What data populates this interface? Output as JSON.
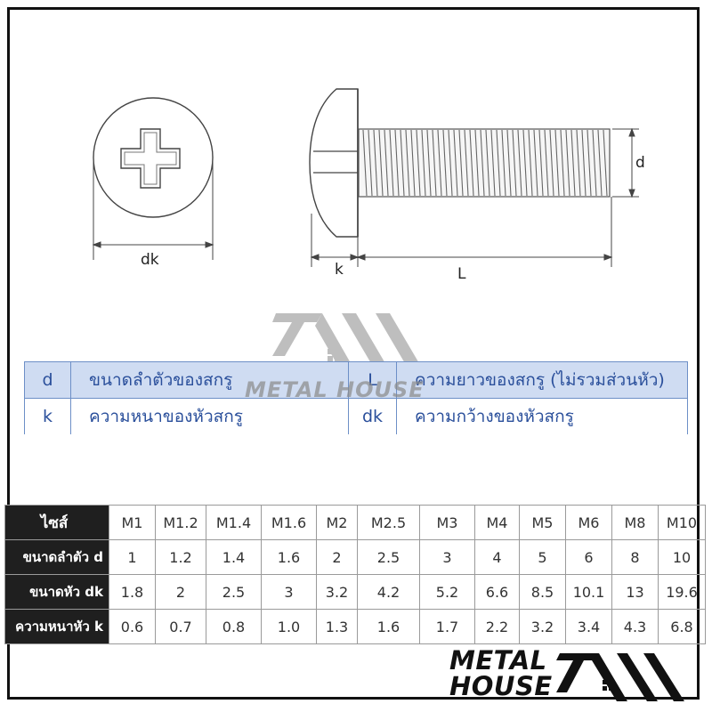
{
  "dimensions": {
    "d": "d",
    "dk": "dk",
    "k": "k",
    "L": "L"
  },
  "watermark": {
    "text": "METAL HOUSE"
  },
  "legend": {
    "rows": [
      [
        {
          "symbol": "d",
          "text": "ขนาดลำตัวของสกรู"
        },
        {
          "symbol": "L",
          "text": "ความยาวของสกรู (ไม่รวมส่วนหัว)"
        }
      ],
      [
        {
          "symbol": "k",
          "text": "ความหนาของหัวสกรู"
        },
        {
          "symbol": "dk",
          "text": "ความกว้างของหัวสกรู"
        }
      ]
    ]
  },
  "specs": {
    "header_label": "ไซส์",
    "sizes": [
      "M1",
      "M1.2",
      "M1.4",
      "M1.6",
      "M2",
      "M2.5",
      "M3",
      "M4",
      "M5",
      "M6",
      "M8",
      "M10"
    ],
    "rows": [
      {
        "label": "ขนาดลำตัว d",
        "values": [
          "1",
          "1.2",
          "1.4",
          "1.6",
          "2",
          "2.5",
          "3",
          "4",
          "5",
          "6",
          "8",
          "10"
        ]
      },
      {
        "label": "ขนาดหัว dk",
        "values": [
          "1.8",
          "2",
          "2.5",
          "3",
          "3.2",
          "4.2",
          "5.2",
          "6.6",
          "8.5",
          "10.1",
          "13",
          "19.6"
        ]
      },
      {
        "label": "ความหนาหัว k",
        "values": [
          "0.6",
          "0.7",
          "0.8",
          "1.0",
          "1.3",
          "1.6",
          "1.7",
          "2.2",
          "3.2",
          "3.4",
          "4.3",
          "6.8"
        ]
      }
    ]
  },
  "brand": {
    "line1": "METAL",
    "line2": "HOUSE"
  }
}
